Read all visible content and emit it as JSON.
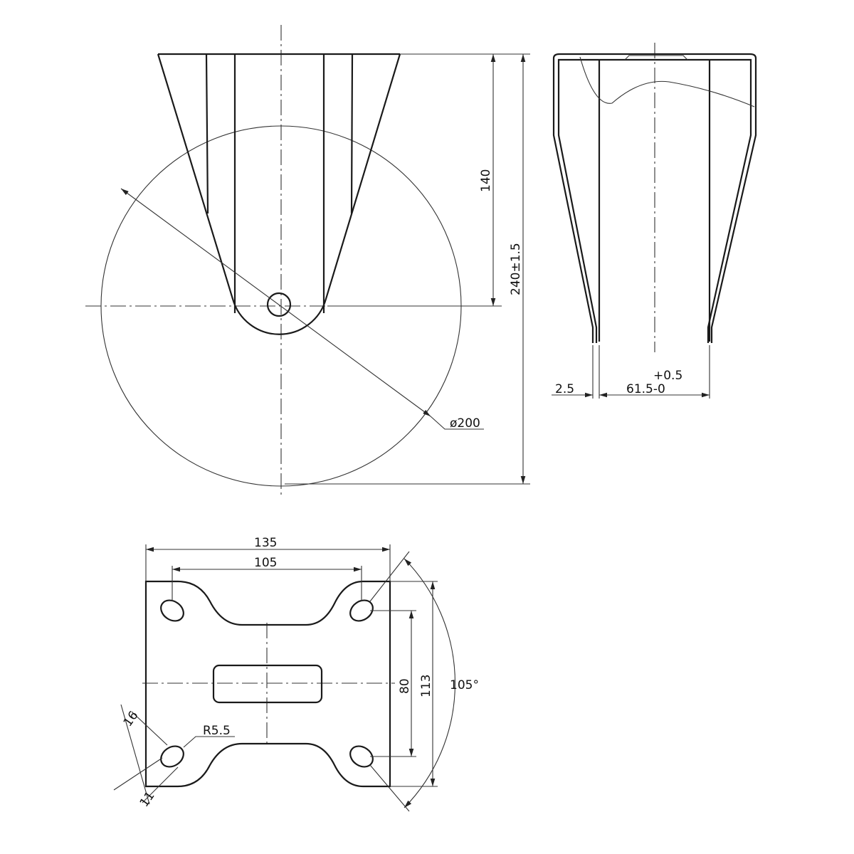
{
  "front_view": {
    "height_axle": "140",
    "total_height": "240±1.5",
    "wheel_diameter": "ø200"
  },
  "side_view": {
    "plate_thickness": "2.5",
    "inner_width": "61.5-0",
    "inner_width_tolerance": "+0.5"
  },
  "top_plate": {
    "width": "135",
    "hole_spacing_x": "105",
    "hole_spacing_y": "80",
    "height": "113",
    "angle": "105°",
    "slot_radius": "R5.5",
    "slot_length": "16",
    "slot_width": "11"
  }
}
